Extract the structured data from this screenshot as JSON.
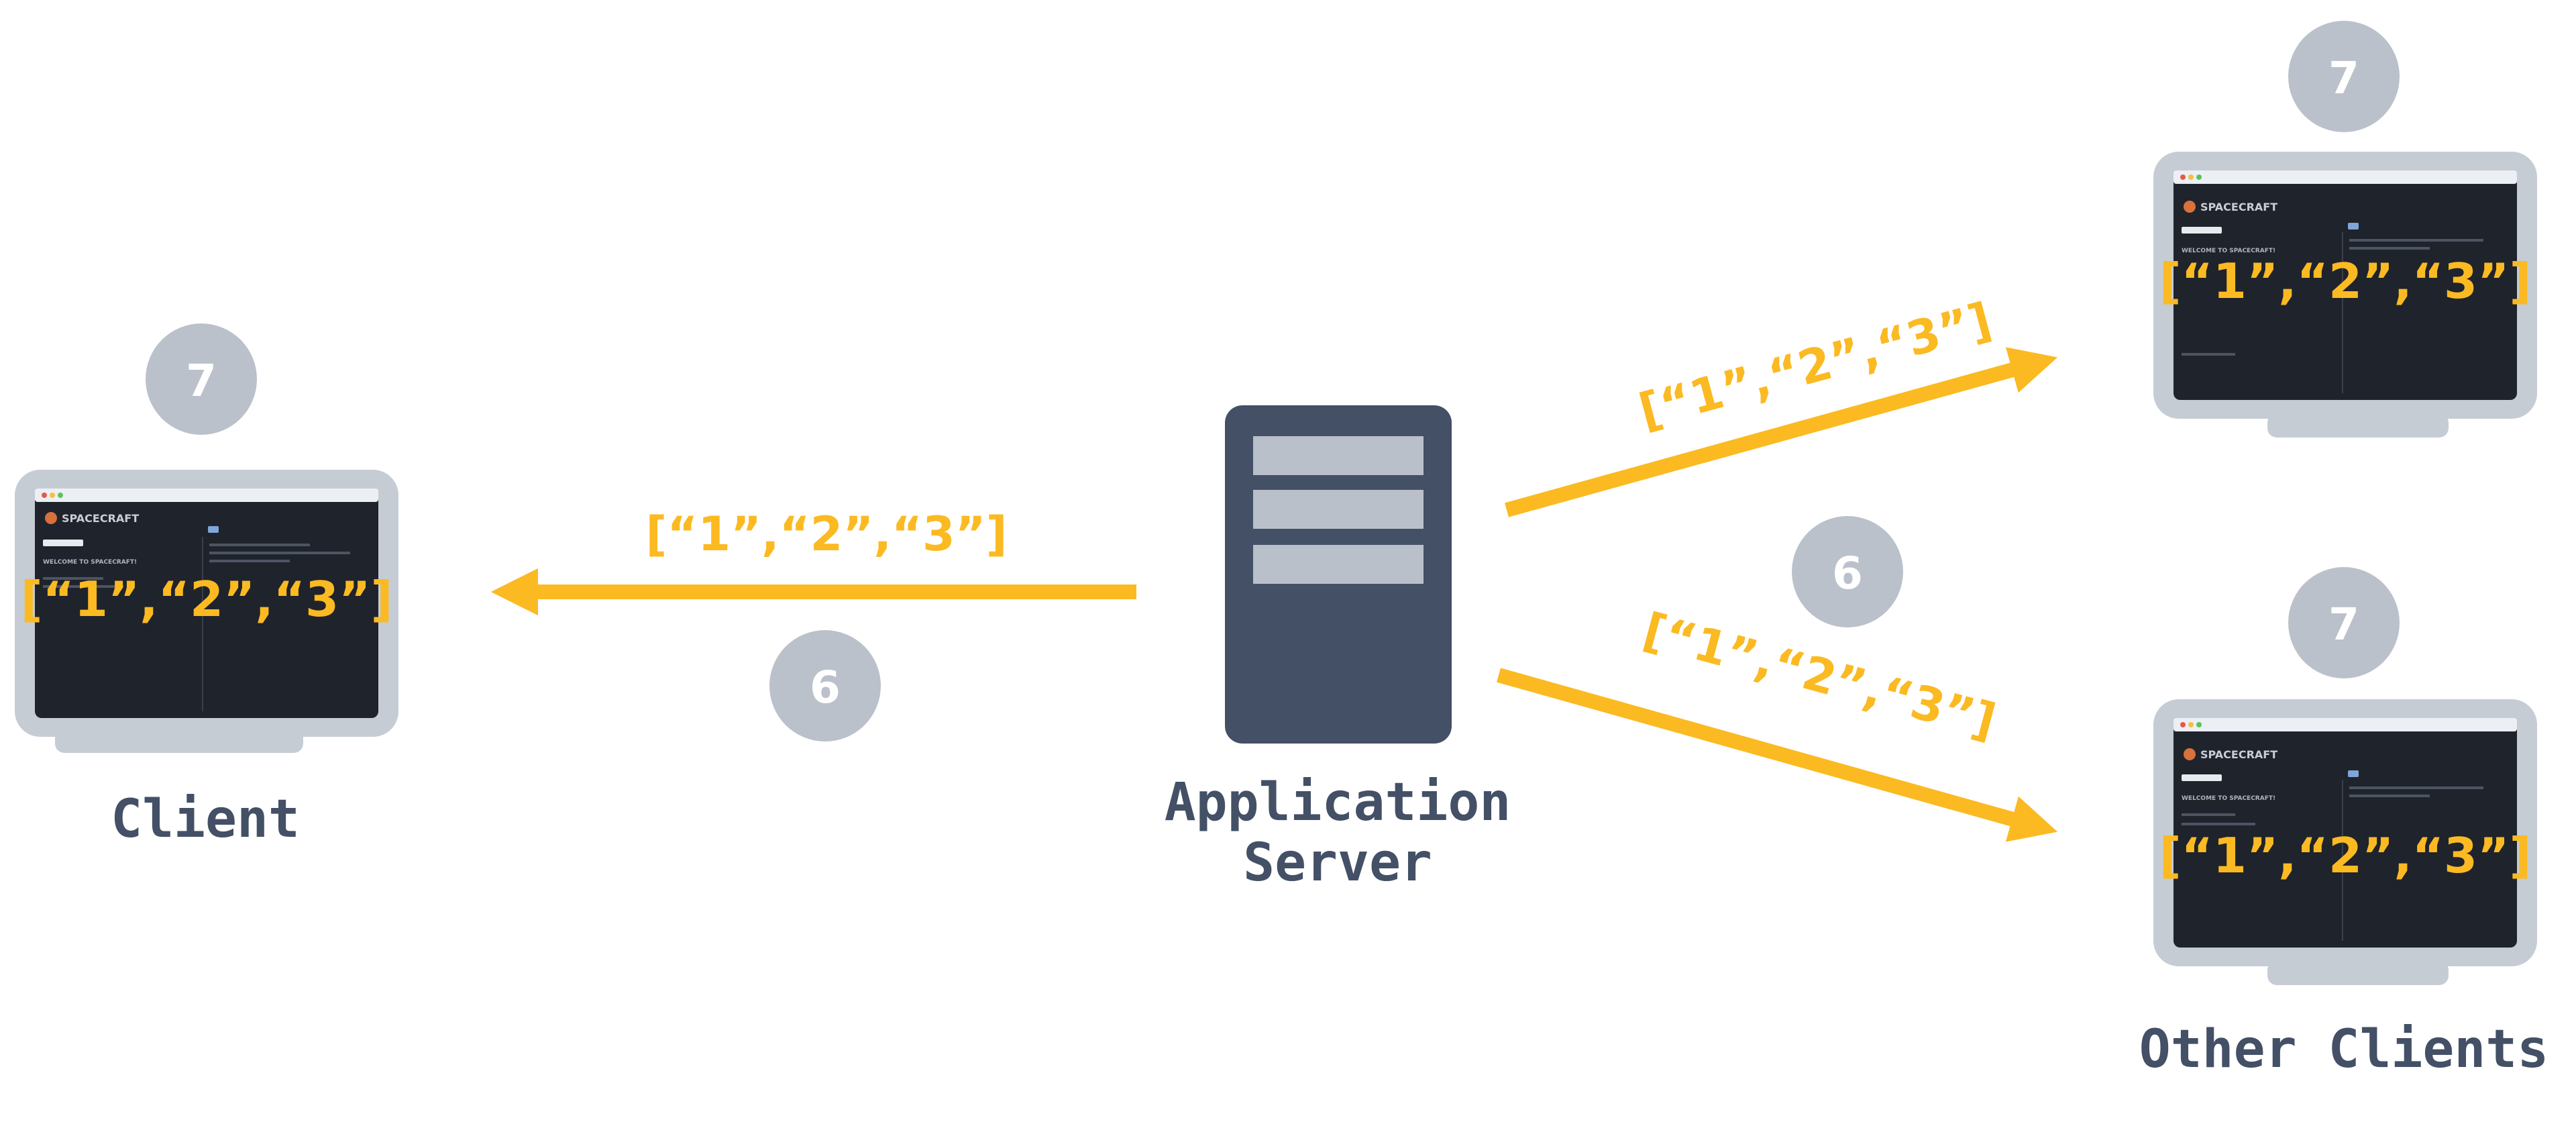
{
  "colors": {
    "accent": "#FBBA22",
    "badge": "#BBC1CA",
    "device_frame": "#C6CCD4",
    "screen": "#1F232B",
    "server": "#435066",
    "server_slot": "#BAC0C9",
    "label": "#435066"
  },
  "nodes": {
    "client": {
      "label": "Client",
      "badge": "7"
    },
    "server": {
      "label_line1": "Application",
      "label_line2": "Server"
    },
    "other_clients": {
      "label": "Other Clients",
      "top_badge": "7",
      "bottom_badge": "7"
    }
  },
  "screen": {
    "app_name": "SPACECRAFT",
    "welcome": "WELCOME TO SPACECRAFT!"
  },
  "messages": {
    "payload": "[“1”,“2”,“3”]",
    "to_client_step": "6",
    "to_others_step": "6"
  },
  "icons": [
    "server-icon",
    "laptop-icon",
    "arrow-left-icon",
    "arrow-right-icon"
  ]
}
